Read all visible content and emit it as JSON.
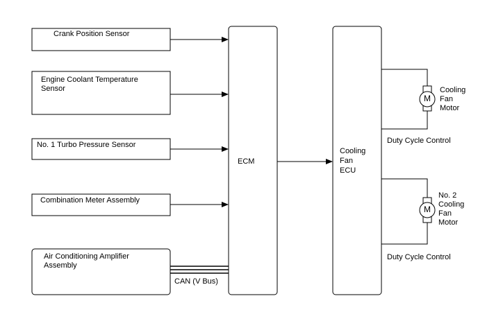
{
  "sensors": {
    "crank": "Crank Position Sensor",
    "coolant_line1": "Engine Coolant Temperature",
    "coolant_line2": "Sensor",
    "turbo": "No. 1 Turbo Pressure Sensor",
    "meter": "Combination Meter Assembly",
    "ac_line1": "Air Conditioning Amplifier",
    "ac_line2": "Assembly"
  },
  "can_label": "CAN (V Bus)",
  "ecm": "ECM",
  "fan_ecu": {
    "line1": "Cooling",
    "line2": "Fan",
    "line3": "ECU"
  },
  "motor_symbol": "M",
  "motor1": {
    "line1": "Cooling",
    "line2": "Fan",
    "line3": "Motor"
  },
  "motor2": {
    "line1": "No. 2",
    "line2": "Cooling",
    "line3": "Fan",
    "line4": "Motor"
  },
  "duty1": "Duty Cycle Control",
  "duty2": "Duty Cycle Control"
}
